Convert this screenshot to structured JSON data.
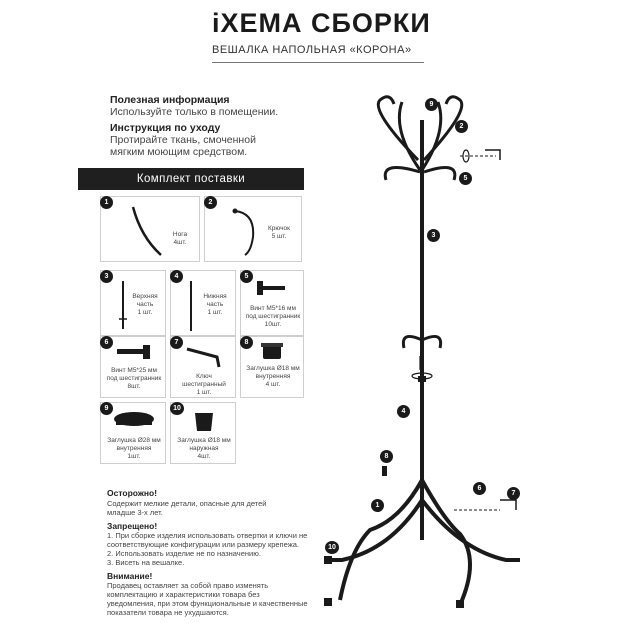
{
  "header": {
    "title": "iХЕМА СБОРКИ",
    "subtitle": "ВЕШАЛКА НАПОЛЬНАЯ «КОРОНА»"
  },
  "useful": {
    "heading": "Полезная информация",
    "text": "Используйте только в помещении."
  },
  "care": {
    "heading": "Инструкция по уходу",
    "lines": [
      "Протирайте ткань, смоченной",
      "мягким моющим средством."
    ]
  },
  "kit": {
    "banner": "Комплект поставки",
    "items": [
      {
        "num": "1",
        "lines": [
          "Нога",
          "4шт."
        ]
      },
      {
        "num": "2",
        "lines": [
          "Крючок",
          "5 шт."
        ]
      },
      {
        "num": "3",
        "lines": [
          "Верхняя",
          "часть",
          "1 шт."
        ]
      },
      {
        "num": "4",
        "lines": [
          "Нижняя",
          "часть",
          "1 шт."
        ]
      },
      {
        "num": "5",
        "lines": [
          "Винт М5*16 мм",
          "под шестигранник",
          "10шт."
        ]
      },
      {
        "num": "6",
        "lines": [
          "Винт М5*25 мм",
          "под шестигранник",
          "8шт."
        ]
      },
      {
        "num": "7",
        "lines": [
          "Ключ",
          "шестигранный",
          "1 шт."
        ]
      },
      {
        "num": "8",
        "lines": [
          "Заглушка Ø18 мм",
          "внутренняя",
          "4 шт."
        ]
      },
      {
        "num": "9",
        "lines": [
          "Заглушка Ø28 мм",
          "внутренняя",
          "1шт."
        ]
      },
      {
        "num": "10",
        "lines": [
          "Заглушка Ø18 мм",
          "наружная",
          "4шт."
        ]
      }
    ]
  },
  "caution": {
    "heading": "Осторожно!",
    "lines": [
      "Содержит мелкие детали, опасные для детей",
      "младше 3-х лет."
    ]
  },
  "forbidden": {
    "heading": "Запрещено!",
    "lines": [
      "1. При сборке изделия использовать отвертки и ключи не",
      "соответствующие конфигурации или размеру крепежа.",
      "2. Использовать изделие не по назначению.",
      "3. Висеть на вешалке."
    ]
  },
  "attention": {
    "heading": "Внимание!",
    "lines": [
      "Продавец оставляет за собой право изменять",
      "комплектацию и характеристики товара без",
      "уведомления, при этом функциональные и качественные",
      "показатели товара не ухудшаются."
    ]
  },
  "diagram": {
    "callouts": [
      "9",
      "2",
      "5",
      "3",
      "4",
      "8",
      "1",
      "6",
      "7",
      "10"
    ]
  },
  "colors": {
    "dark": "#1a1a1a",
    "line": "#cfcfcf"
  }
}
